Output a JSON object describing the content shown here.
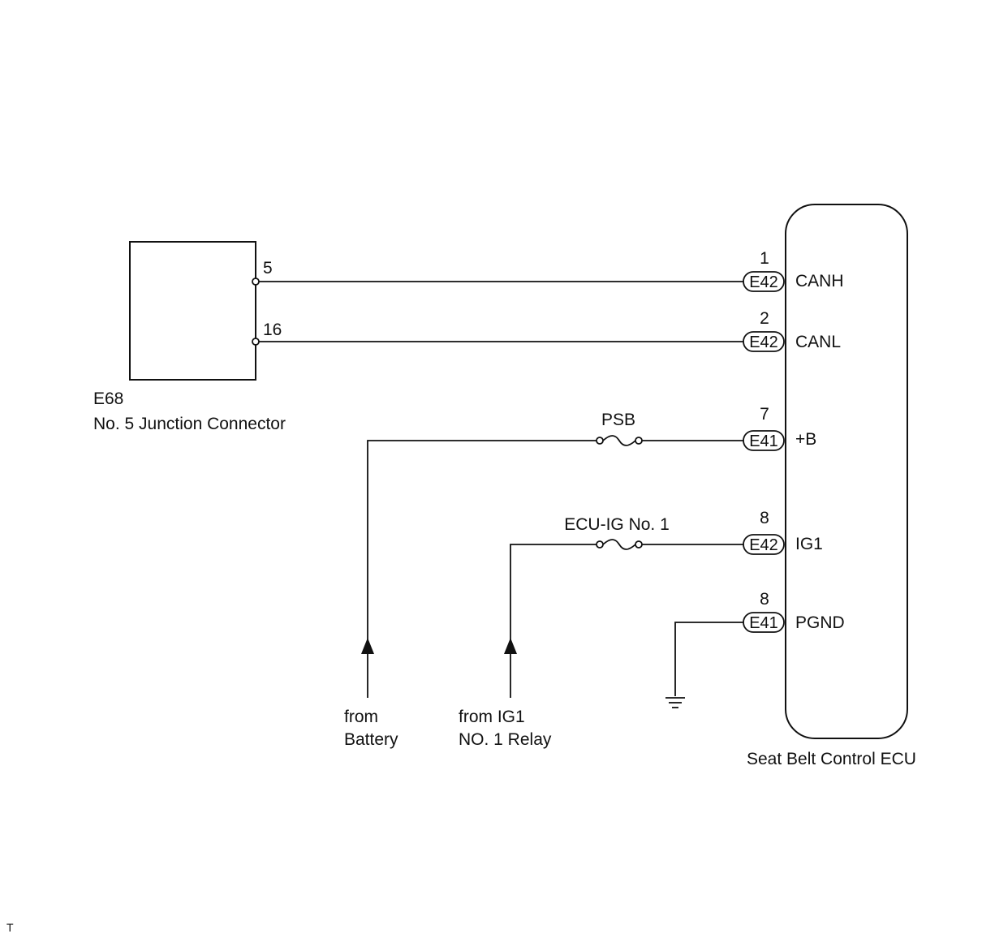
{
  "junction_connector": {
    "code": "E68",
    "name": "No. 5 Junction Connector",
    "pins": [
      "5",
      "16"
    ]
  },
  "ecu": {
    "name": "Seat Belt Control ECU",
    "terminals": [
      {
        "pin": "1",
        "connector": "E42",
        "signal": "CANH"
      },
      {
        "pin": "2",
        "connector": "E42",
        "signal": "CANL"
      },
      {
        "pin": "7",
        "connector": "E41",
        "signal": "+B"
      },
      {
        "pin": "8",
        "connector": "E42",
        "signal": "IG1"
      },
      {
        "pin": "8",
        "connector": "E41",
        "signal": "PGND"
      }
    ]
  },
  "fuses": {
    "psb": "PSB",
    "ecu_ig": "ECU-IG No. 1"
  },
  "sources": {
    "battery_line1": "from",
    "battery_line2": "Battery",
    "relay_line1": "from IG1",
    "relay_line2": "NO. 1 Relay"
  },
  "corner_mark": "T"
}
